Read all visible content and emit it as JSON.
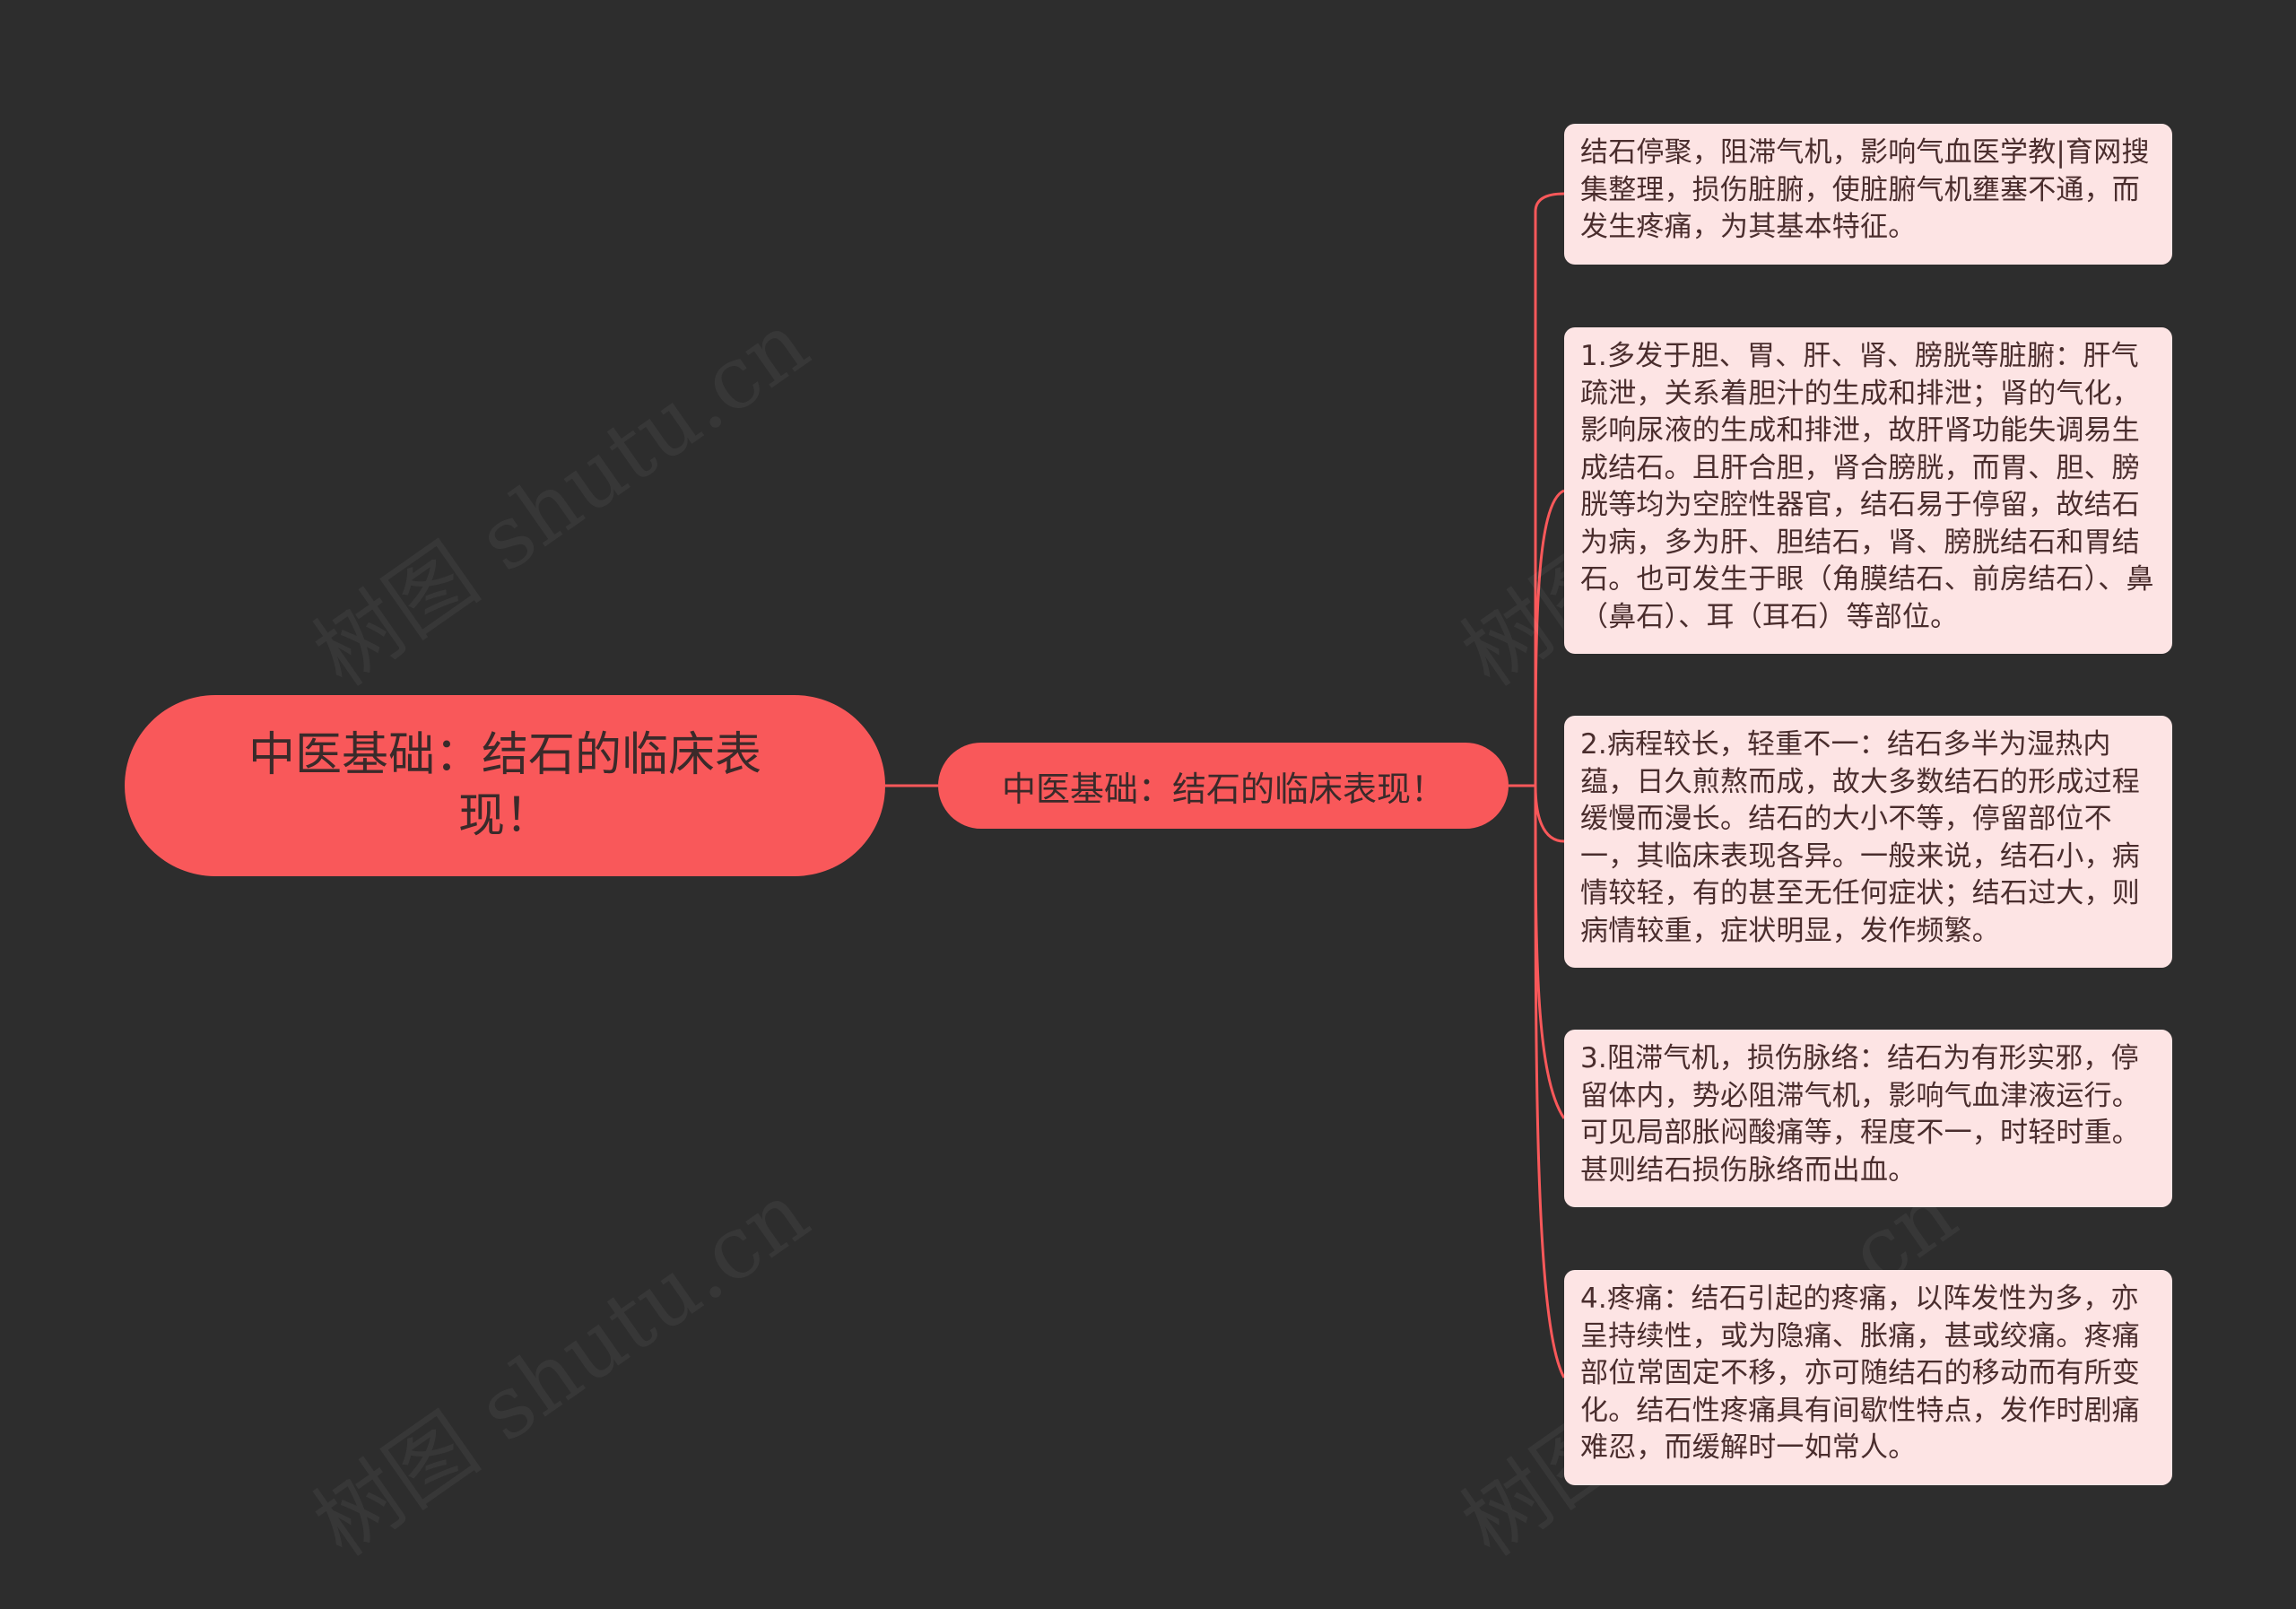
{
  "root": {
    "label": "中医基础：结石的临床表现！"
  },
  "topic": {
    "label": "中医基础：结石的临床表现！"
  },
  "leaves": [
    {
      "text": "结石停聚，阻滞气机，影响气血医学教|育网搜集整理，损伤脏腑，使脏腑气机壅塞不通，而发生疼痛，为其基本特征。"
    },
    {
      "text": "1.多发于胆、胃、肝、肾、膀胱等脏腑：肝气疏泄，关系着胆汁的生成和排泄；肾的气化，影响尿液的生成和排泄，故肝肾功能失调易生成结石。且肝合胆，肾合膀胱，而胃、胆、膀胱等均为空腔性器官，结石易于停留，故结石为病，多为肝、胆结石，肾、膀胱结石和胃结石。也可发生于眼（角膜结石、前房结石）、鼻（鼻石）、耳（耳石）等部位。"
    },
    {
      "text": "2.病程较长，轻重不一：结石多半为湿热内蕴，日久煎熬而成，故大多数结石的形成过程缓慢而漫长。结石的大小不等，停留部位不一，其临床表现各异。一般来说，结石小，病情较轻，有的甚至无任何症状；结石过大，则病情较重，症状明显，发作频繁。"
    },
    {
      "text": "3.阻滞气机，损伤脉络：结石为有形实邪，停留体内，势必阻滞气机，影响气血津液运行。可见局部胀闷酸痛等，程度不一，时轻时重。甚则结石损伤脉络而出血。"
    },
    {
      "text": "4.疼痛：结石引起的疼痛，以阵发性为多，亦呈持续性，或为隐痛、胀痛，甚或绞痛。疼痛部位常固定不移，亦可随结石的移动而有所变化。结石性疼痛具有间歇性特点，发作时剧痛难忍，而缓解时一如常人。"
    }
  ],
  "colors": {
    "background": "#2d2d2d",
    "node_fill": "#f9585a",
    "leaf_fill": "#fde4e4",
    "connector": "#f9585a"
  }
}
